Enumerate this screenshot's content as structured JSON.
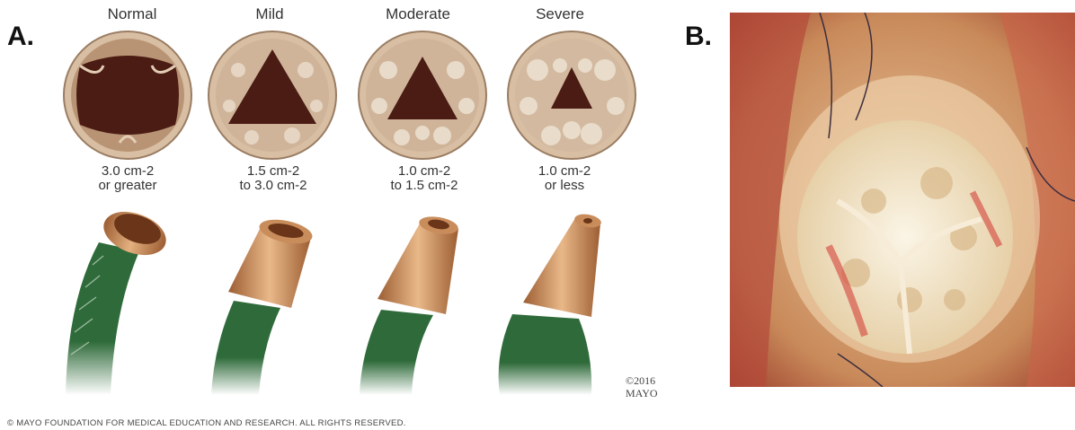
{
  "panel_a": {
    "label": "A.",
    "grades": [
      {
        "title": "Normal",
        "area_line1": "3.0 cm-2",
        "area_line2": "or greater"
      },
      {
        "title": "Mild",
        "area_line1": "1.5 cm-2",
        "area_line2": "to 3.0 cm-2"
      },
      {
        "title": "Moderate",
        "area_line1": "1.0 cm-2",
        "area_line2": "to 1.5 cm-2"
      },
      {
        "title": "Severe",
        "area_line1": "1.0 cm-2",
        "area_line2": "or less"
      }
    ],
    "copyright_year": "©2016",
    "copyright_mark": "MAYO",
    "footer": "© MAYO FOUNDATION FOR MEDICAL EDUCATION AND RESEARCH. ALL RIGHTS RESERVED."
  },
  "panel_b": {
    "label": "B."
  },
  "colors": {
    "valve_rim": "#c9a98c",
    "orifice": "#4a1c14",
    "nozzle": "#c98d5c",
    "hose": "#2f6b3a",
    "tissue": "#e8c6a0"
  }
}
